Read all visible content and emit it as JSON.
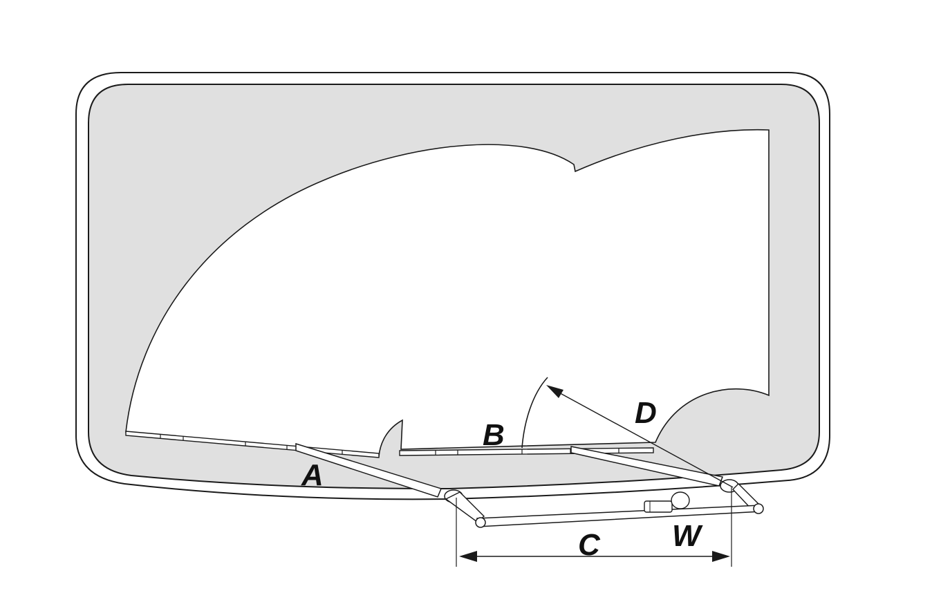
{
  "colors": {
    "background": "#ffffff",
    "frame_fill": "#e0e0e0",
    "glass_fill": "#ffffff",
    "stroke": "#1a1a1a",
    "label": "#111111"
  },
  "labels": {
    "a": "A",
    "b": "B",
    "c": "C",
    "d": "D",
    "w": "W"
  }
}
